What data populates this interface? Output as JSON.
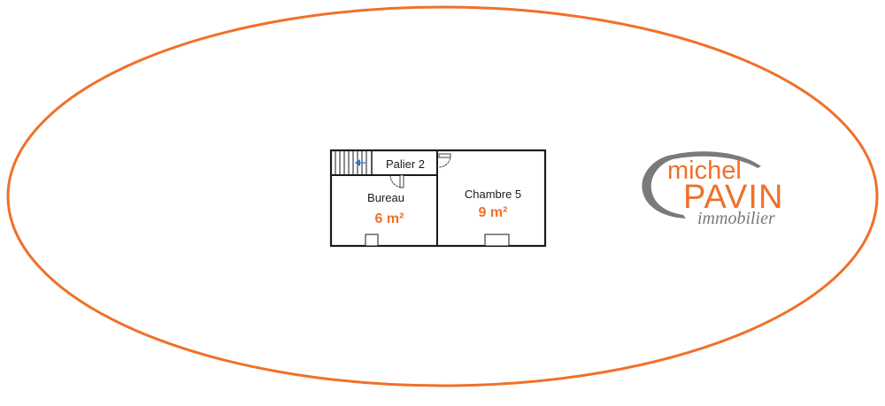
{
  "plan": {
    "rooms": [
      {
        "name": "Palier 2",
        "area": ""
      },
      {
        "name": "Bureau",
        "area": "6 m²"
      },
      {
        "name": "Chambre 5",
        "area": "9 m²"
      }
    ]
  },
  "logo": {
    "line1": "michel",
    "line2": "PAVIN",
    "line3": "immobilier"
  },
  "colors": {
    "accent": "#f07029",
    "walls": "#1a1a1a",
    "logo_grey": "#7a7a7a",
    "stair_arrow": "#2f6fd1"
  },
  "icons": [
    "stair-arrow-icon",
    "door-swing-icon",
    "window-icon"
  ]
}
